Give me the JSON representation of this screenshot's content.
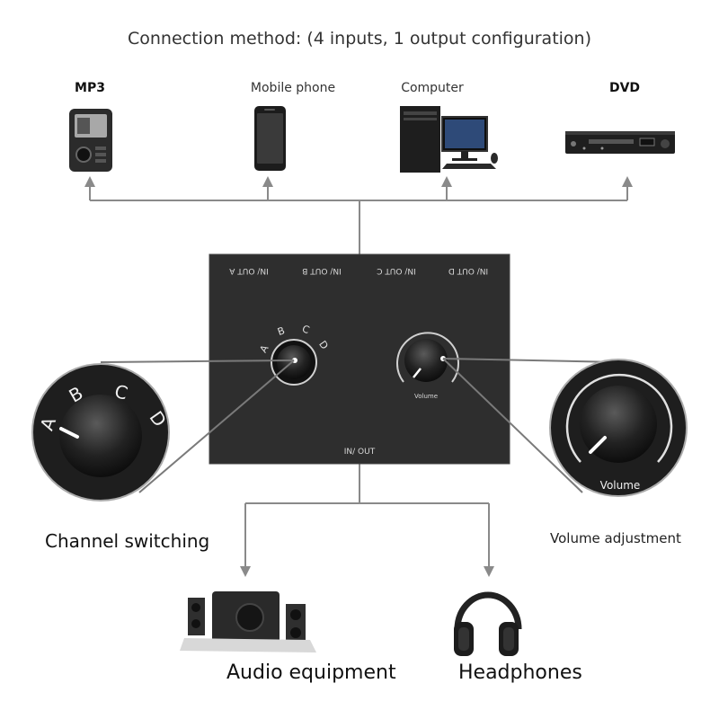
{
  "title": "Connection method: (4 inputs, 1 output configuration)",
  "sources": [
    {
      "label": "MP3",
      "icon": "mp3-player-icon"
    },
    {
      "label": "Mobile phone",
      "icon": "mobile-phone-icon"
    },
    {
      "label": "Computer",
      "icon": "computer-icon"
    },
    {
      "label": "DVD",
      "icon": "dvd-player-icon"
    }
  ],
  "switch_box": {
    "ports": [
      "IN/ OUT A",
      "IN/ OUT B",
      "IN/ OUT C",
      "IN/ OUT D"
    ],
    "knob_letters": [
      "A",
      "B",
      "C",
      "D"
    ],
    "volume_label": "Volume",
    "bottom_port": "IN/ OUT"
  },
  "zoom": {
    "channel_letters": [
      "A",
      "B",
      "C",
      "D"
    ],
    "volume_label": "Volume"
  },
  "callouts": {
    "channel_switching": "Channel switching",
    "volume_adjustment": "Volume adjustment"
  },
  "outputs": [
    {
      "label": "Audio equipment",
      "icon": "speaker-system-icon"
    },
    {
      "label": "Headphones",
      "icon": "headphones-icon"
    }
  ],
  "colors": {
    "line": "#8a8a8a",
    "box": "#2e2e2e",
    "box_text": "#d8d8d8",
    "knob": "#1a1a1a"
  }
}
